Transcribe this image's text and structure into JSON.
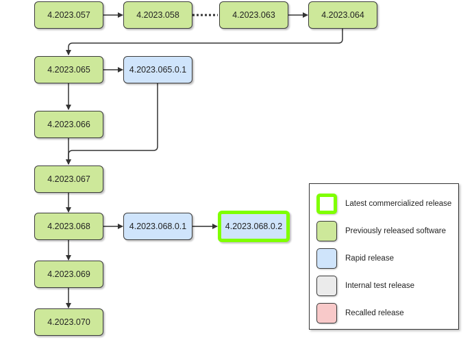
{
  "nodes": {
    "n057": "4.2023.057",
    "n058": "4.2023.058",
    "n063": "4.2023.063",
    "n064": "4.2023.064",
    "n065": "4.2023.065",
    "n065_0_1": "4.2023.065.0.1",
    "n066": "4.2023.066",
    "n067": "4.2023.067",
    "n068": "4.2023.068",
    "n068_0_1": "4.2023.068.0.1",
    "n068_0_2": "4.2023.068.0.2",
    "n069": "4.2023.069",
    "n070": "4.2023.070"
  },
  "legend": {
    "items": [
      {
        "label": "Latest commercialized release",
        "fill": "#ffffff",
        "border": "#7fff00"
      },
      {
        "label": "Previously released software",
        "fill": "#cde89a",
        "border": "#3a3a3a"
      },
      {
        "label": "Rapid release",
        "fill": "#cfe4fb",
        "border": "#3a3a3a"
      },
      {
        "label": "Internal test release",
        "fill": "#ebebeb",
        "border": "#3a3a3a"
      },
      {
        "label": "Recalled release",
        "fill": "#f8c9c9",
        "border": "#3a3a3a"
      }
    ]
  },
  "colors": {
    "previously_released": "#cde89a",
    "rapid_release": "#cfe4fb",
    "latest_highlight": "#7fff00",
    "internal_test": "#ebebeb",
    "recalled": "#f8c9c9"
  }
}
